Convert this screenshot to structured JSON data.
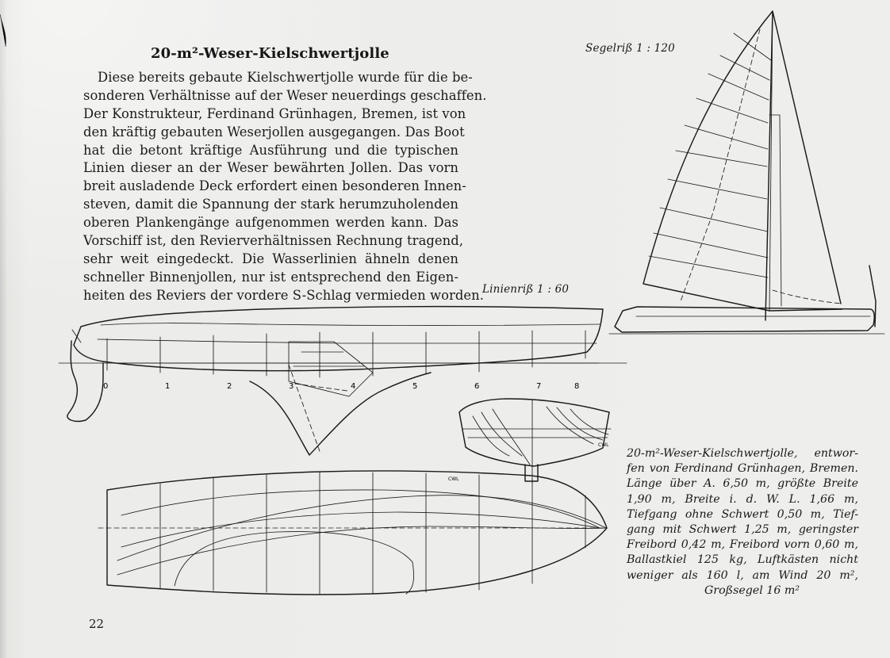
{
  "page": {
    "title": "20-m²-Weser-Kielschwertjolle",
    "body_lines": [
      "Diese bereits gebaute Kielschwertjolle wurde für die be-",
      "sonderen Verhältnisse auf der Weser neuerdings geschaffen.",
      "Der Konstrukteur, Ferdinand Grünhagen, Bremen, ist von",
      "den kräftig gebauten Weserjollen ausgegangen. Das Boot",
      "hat die betont kräftige Ausführung und die typischen",
      "Linien dieser an der Weser bewährten Jollen. Das vorn",
      "breit ausladende Deck erfordert einen besonderen Innen-",
      "steven, damit die Spannung der stark herumzuholenden",
      "oberen Plankengänge aufgenommen werden kann. Das",
      "Vorschiff ist, den Revierverhältnissen Rechnung tragend,",
      "sehr weit eingedeckt. Die Wasserlinien ähneln denen",
      "schneller Binnenjollen, nur ist entsprechend den Eigen-",
      "heiten des Reviers der vordere S-Schlag vermieden worden."
    ],
    "labels": {
      "sail_plan": "Segelriß 1 : 120",
      "lines_plan": "Linienriß 1 : 60"
    },
    "caption_lines": [
      "20-m²-Weser-Kielschwertjolle, entwor-",
      "fen von Ferdinand Grünhagen, Bremen.",
      "Länge über A. 6,50 m, größte Breite",
      "1,90 m, Breite i. d. W. L. 1,66 m,",
      "Tiefgang ohne Schwert 0,50 m, Tief-",
      "gang mit Schwert 1,25 m, geringster",
      "Freibord 0,42 m, Freibord vorn 0,60 m,",
      "Ballastkiel 125 kg, Luftkästen nicht",
      "weniger als 160 l, am Wind 20 m²,",
      "Großsegel 16 m²"
    ],
    "station_numbers": [
      "0",
      "1",
      "2",
      "3",
      "4",
      "5",
      "6",
      "7",
      "8"
    ],
    "drawing_marks": {
      "cwl": "CWL"
    },
    "page_number": "22"
  }
}
